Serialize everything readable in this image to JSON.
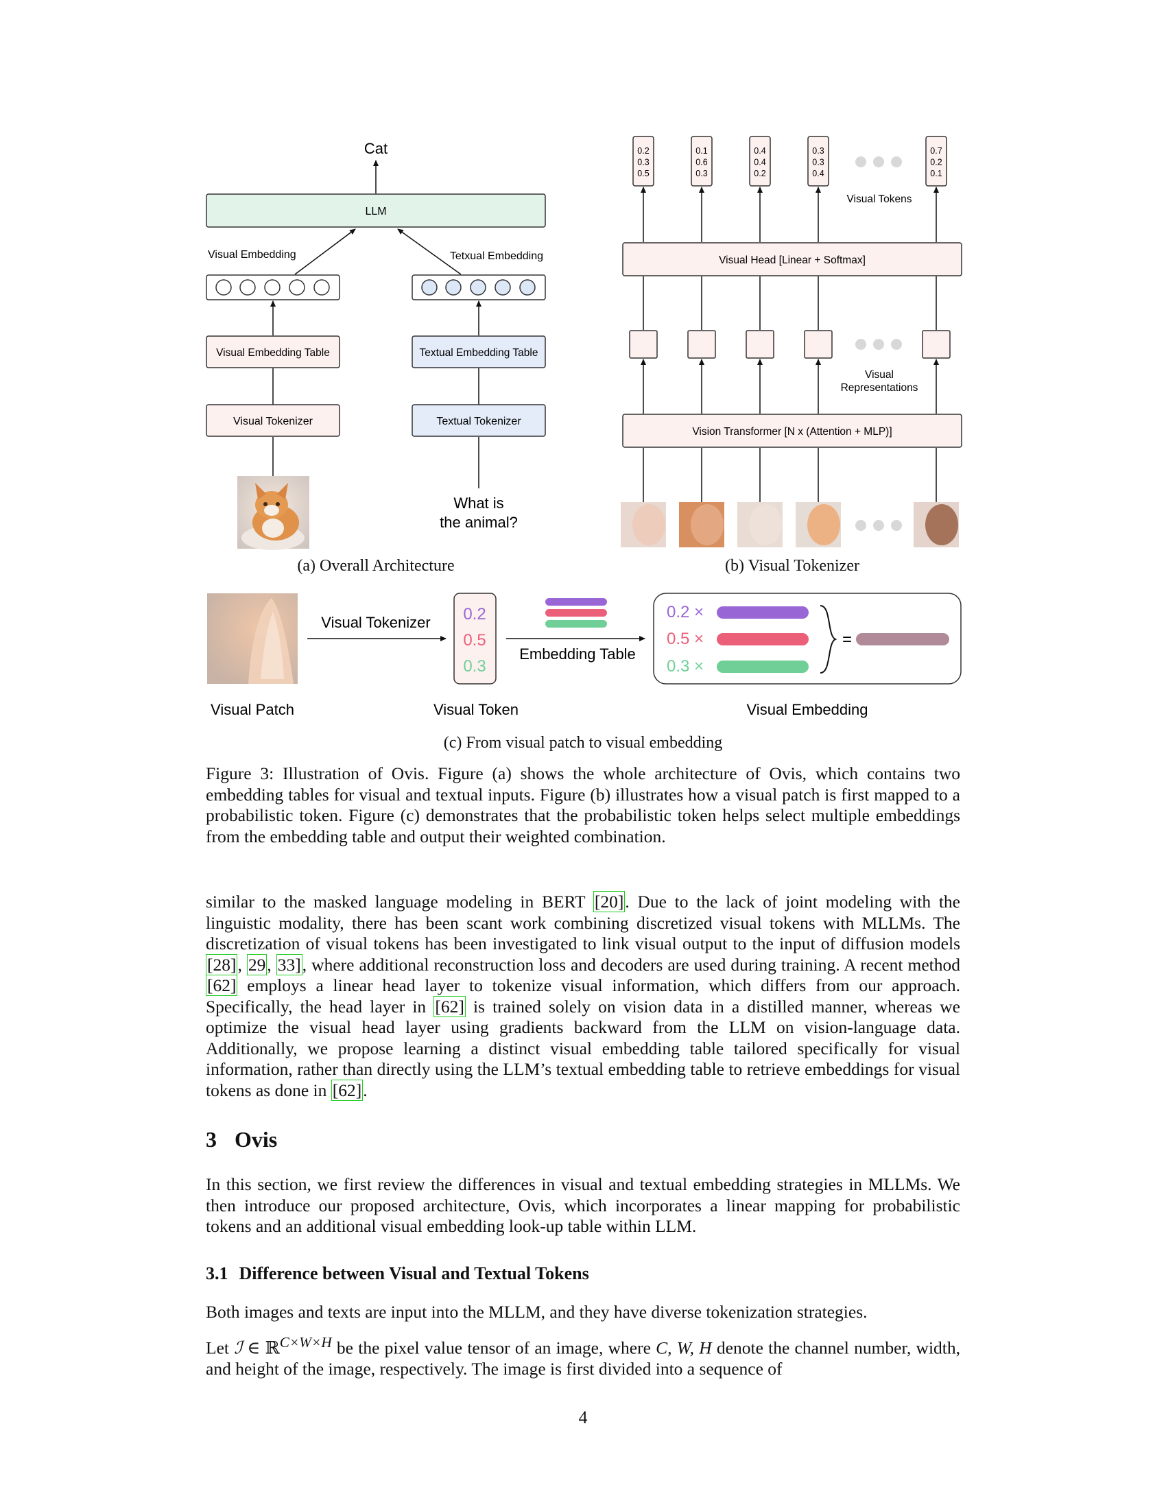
{
  "figure": {
    "a": {
      "output": "Cat",
      "llm": "LLM",
      "visual_embedding_label": "Visual Embedding",
      "textual_embedding_label": "Tetxual Embedding",
      "visual_table": "Visual Embedding Table",
      "textual_table": "Textual Embedding Table",
      "visual_tokenizer": "Visual Tokenizer",
      "textual_tokenizer": "Textual Tokenizer",
      "question_line1": "What is",
      "question_line2": "the animal?",
      "caption": "(a) Overall Architecture"
    },
    "b": {
      "tokens": [
        [
          "0.2",
          "0.3",
          "0.5"
        ],
        [
          "0.1",
          "0.6",
          "0.3"
        ],
        [
          "0.4",
          "0.4",
          "0.2"
        ],
        [
          "0.3",
          "0.3",
          "0.4"
        ],
        [
          "0.7",
          "0.2",
          "0.1"
        ]
      ],
      "visual_tokens_label": "Visual Tokens",
      "visual_head": "Visual Head [Linear + Softmax]",
      "visual_repr_line1": "Visual",
      "visual_repr_line2": "Representations",
      "vit": "Vision Transformer [N x (Attention + MLP)]",
      "caption": "(b) Visual Tokenizer"
    },
    "c": {
      "arrow1_label": "Visual Tokenizer",
      "probs": [
        "0.2",
        "0.5",
        "0.3"
      ],
      "weighted": [
        "0.2 ×",
        "0.5 ×",
        "0.3 ×"
      ],
      "equals": "=",
      "embedding_table": "Embedding Table",
      "visual_patch": "Visual Patch",
      "visual_token": "Visual Token",
      "visual_embedding": "Visual Embedding",
      "caption": "(c) From visual patch to visual embedding"
    },
    "colors": {
      "purple": "#9966d6",
      "red": "#ec5f78",
      "green": "#6fcf97",
      "mix": "#b08a98",
      "llm_fill": "#e2f4e9",
      "text_fill": "#e3ecf8",
      "vis_fill": "#fdf1f0"
    }
  },
  "caption": {
    "label": "Figure 3:",
    "text": "Illustration of Ovis. Figure (a) shows the whole architecture of Ovis, which contains two embedding tables for visual and textual inputs. Figure (b) illustrates how a visual patch is first mapped to a probabilistic token. Figure (c) demonstrates that the probabilistic token helps select multiple embeddings from the embedding table and output their weighted combination."
  },
  "para1": {
    "t1": "similar to the masked language modeling in BERT ",
    "c20": "[20]",
    "t2": ". Due to the lack of joint modeling with the linguistic modality, there has been scant work combining discretized visual tokens with MLLMs. The discretization of visual tokens has been investigated to link visual output to the input of diffusion models ",
    "c28": "[28]",
    "sep1": ", ",
    "c29": "29",
    "sep2": ", ",
    "c33": "33]",
    "t3": ", where additional reconstruction loss and decoders are used during training. A recent method ",
    "c62a": "[62]",
    "t4": " employs a linear head layer to tokenize visual information, which differs from our approach. Specifically, the head layer in ",
    "c62b": "[62]",
    "t5": " is trained solely on vision data in a distilled manner, whereas we optimize the visual head layer using gradients backward from the LLM on vision-language data. Additionally, we propose learning a distinct visual embedding table tailored specifically for visual information, rather than directly using the LLM’s textual embedding table to retrieve embeddings for visual tokens as done in ",
    "c62c": "[62]",
    "t6": "."
  },
  "section": {
    "num": "3",
    "title": "Ovis"
  },
  "para2": "In this section, we first review the differences in visual and textual embedding strategies in MLLMs. We then introduce our proposed architecture, Ovis, which incorporates a linear mapping for probabilistic tokens and an additional visual embedding look-up table within LLM.",
  "subsection": {
    "num": "3.1",
    "title": "Difference between Visual and Textual Tokens"
  },
  "para3": "Both images and texts are input into the MLLM, and they have diverse tokenization strategies.",
  "para4": {
    "t1": "Let ",
    "sym_I": "ℐ",
    "t2": " ∈ ℝ",
    "sup": "C×W×H",
    "t3": " be the pixel value tensor of an image, where ",
    "vars": "C, W, H",
    "t4": " denote the channel number, width, and height of the image, respectively. The image is first divided into a sequence of"
  },
  "page_number": "4"
}
